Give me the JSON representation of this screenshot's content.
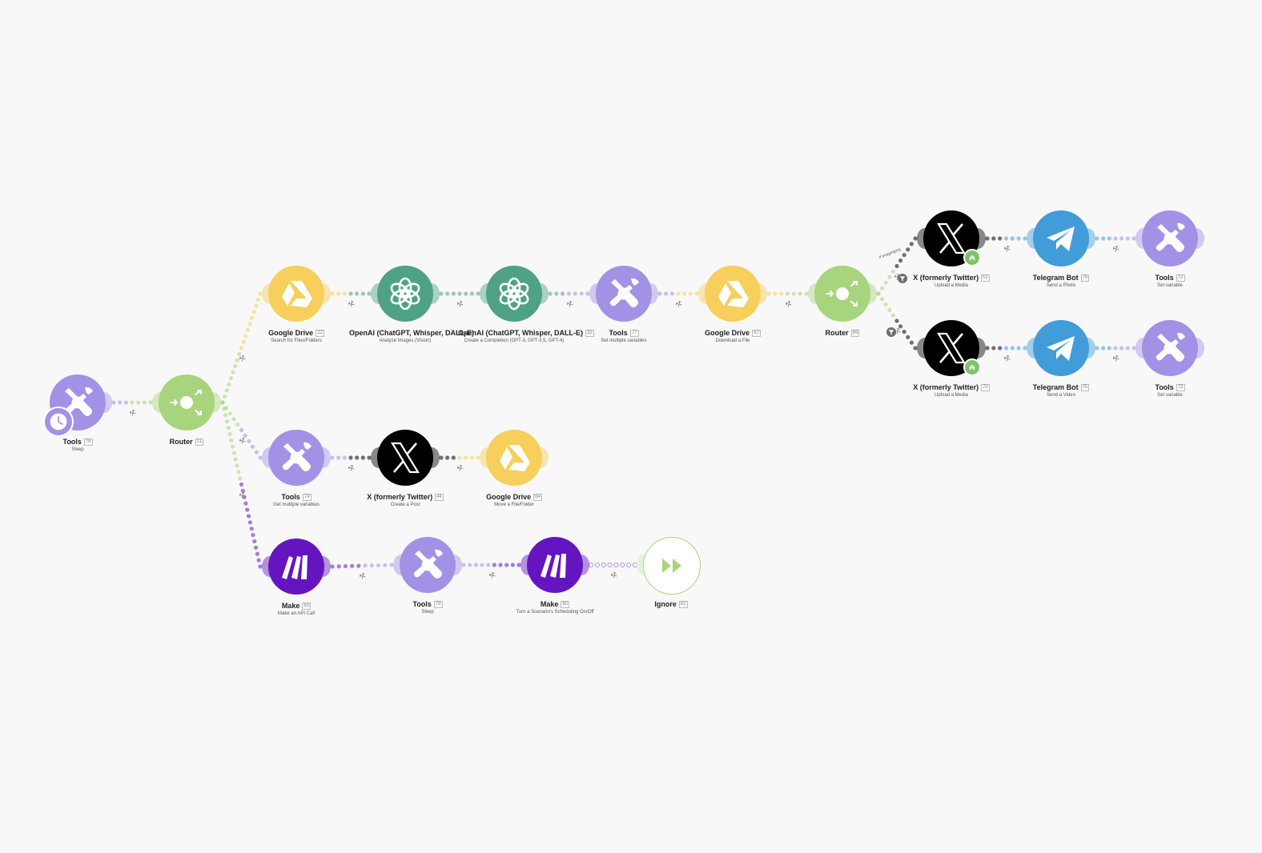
{
  "colors": {
    "tools": "#a391e6",
    "router": "#a8d47e",
    "google_drive": "#f6cf5c",
    "openai": "#4fa283",
    "x_twitter": "#000000",
    "telegram": "#419cd9",
    "make": "#6515c0",
    "ignore_border": "#a8d47e",
    "filter": "#6d6d6d"
  },
  "route_filter_label": "If image/jpeg",
  "modules": [
    {
      "key": "tools78",
      "app": "Tools",
      "id": "78",
      "action": "Sleep",
      "icon": "tools-icon",
      "kind": "tools"
    },
    {
      "key": "router21",
      "app": "Router",
      "id": "21",
      "action": "",
      "icon": "router-icon",
      "kind": "router"
    },
    {
      "key": "gdrive22",
      "app": "Google Drive",
      "id": "22",
      "action": "Search for Files/Folders",
      "icon": "google-drive-icon",
      "kind": "gdrive"
    },
    {
      "key": "openai1",
      "app": "OpenAI (ChatGPT, Whisper, DALL-E)",
      "id": "",
      "action": "Analyze Images (Vision)",
      "icon": "openai-icon",
      "kind": "openai"
    },
    {
      "key": "openai33",
      "app": "OpenAI (ChatGPT, Whisper, DALL-E)",
      "id": "33",
      "action": "Create a Completion (GPT-3, GPT-3.5, GPT-4)",
      "icon": "openai-icon",
      "kind": "openai"
    },
    {
      "key": "tools77",
      "app": "Tools",
      "id": "77",
      "action": "Set multiple variables",
      "icon": "tools-icon",
      "kind": "tools"
    },
    {
      "key": "gdrive67",
      "app": "Google Drive",
      "id": "67",
      "action": "Download a File",
      "icon": "google-drive-icon",
      "kind": "gdrive"
    },
    {
      "key": "router69",
      "app": "Router",
      "id": "69",
      "action": "",
      "icon": "router-icon",
      "kind": "router"
    },
    {
      "key": "x51",
      "app": "X (formerly Twitter)",
      "id": "51",
      "action": "Upload a Media",
      "icon": "x-icon",
      "kind": "x"
    },
    {
      "key": "tg76",
      "app": "Telegram Bot",
      "id": "76",
      "action": "Send a Photo",
      "icon": "telegram-icon",
      "kind": "telegram"
    },
    {
      "key": "tools72",
      "app": "Tools",
      "id": "72",
      "action": "Set variable",
      "icon": "tools-icon",
      "kind": "tools"
    },
    {
      "key": "x70",
      "app": "X (formerly Twitter)",
      "id": "70",
      "action": "Upload a Media",
      "icon": "x-icon",
      "kind": "x"
    },
    {
      "key": "tg75",
      "app": "Telegram Bot",
      "id": "75",
      "action": "Send a Video",
      "icon": "telegram-icon",
      "kind": "telegram"
    },
    {
      "key": "tools73",
      "app": "Tools",
      "id": "73",
      "action": "Set variable",
      "icon": "tools-icon",
      "kind": "tools"
    },
    {
      "key": "tools74",
      "app": "Tools",
      "id": "74",
      "action": "Get multiple variables",
      "icon": "tools-icon",
      "kind": "tools"
    },
    {
      "key": "x44",
      "app": "X (formerly Twitter)",
      "id": "44",
      "action": "Create a Post",
      "icon": "x-icon",
      "kind": "x"
    },
    {
      "key": "gdrive64",
      "app": "Google Drive",
      "id": "64",
      "action": "Move a File/Folder",
      "icon": "google-drive-icon",
      "kind": "gdrive"
    },
    {
      "key": "make63",
      "app": "Make",
      "id": "63",
      "action": "Make an API Call",
      "icon": "make-icon",
      "kind": "make"
    },
    {
      "key": "tools79",
      "app": "Tools",
      "id": "79",
      "action": "Sleep",
      "icon": "tools-icon",
      "kind": "tools"
    },
    {
      "key": "make80",
      "app": "Make",
      "id": "80",
      "action": "Turn a Scenario's Scheduling On/Off",
      "icon": "make-icon",
      "kind": "make"
    },
    {
      "key": "ignore81",
      "app": "Ignore",
      "id": "81",
      "action": "",
      "icon": "ignore-icon",
      "kind": "ignore"
    }
  ]
}
